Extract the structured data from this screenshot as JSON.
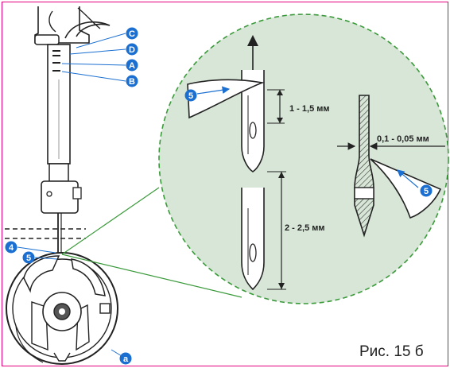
{
  "caption": "Рис. 15 б",
  "markers": {
    "C": "C",
    "D": "D",
    "A": "A",
    "B": "B",
    "num4": "4",
    "num5": "5",
    "a": "a"
  },
  "dimensions": {
    "upper_gap": "1 - 1,5 мм",
    "lower_gap": "2 - 2,5 мм",
    "clearance": "0,1 - 0,05 мм"
  },
  "colors": {
    "frame": "#e5007e",
    "marker_fill": "#1a6fd1",
    "circle_fill": "#d7e6d7",
    "circle_border": "#3a9a3a",
    "line": "#222222",
    "leader": "#1a6fd1",
    "zoom_line": "#3a9a3a"
  }
}
